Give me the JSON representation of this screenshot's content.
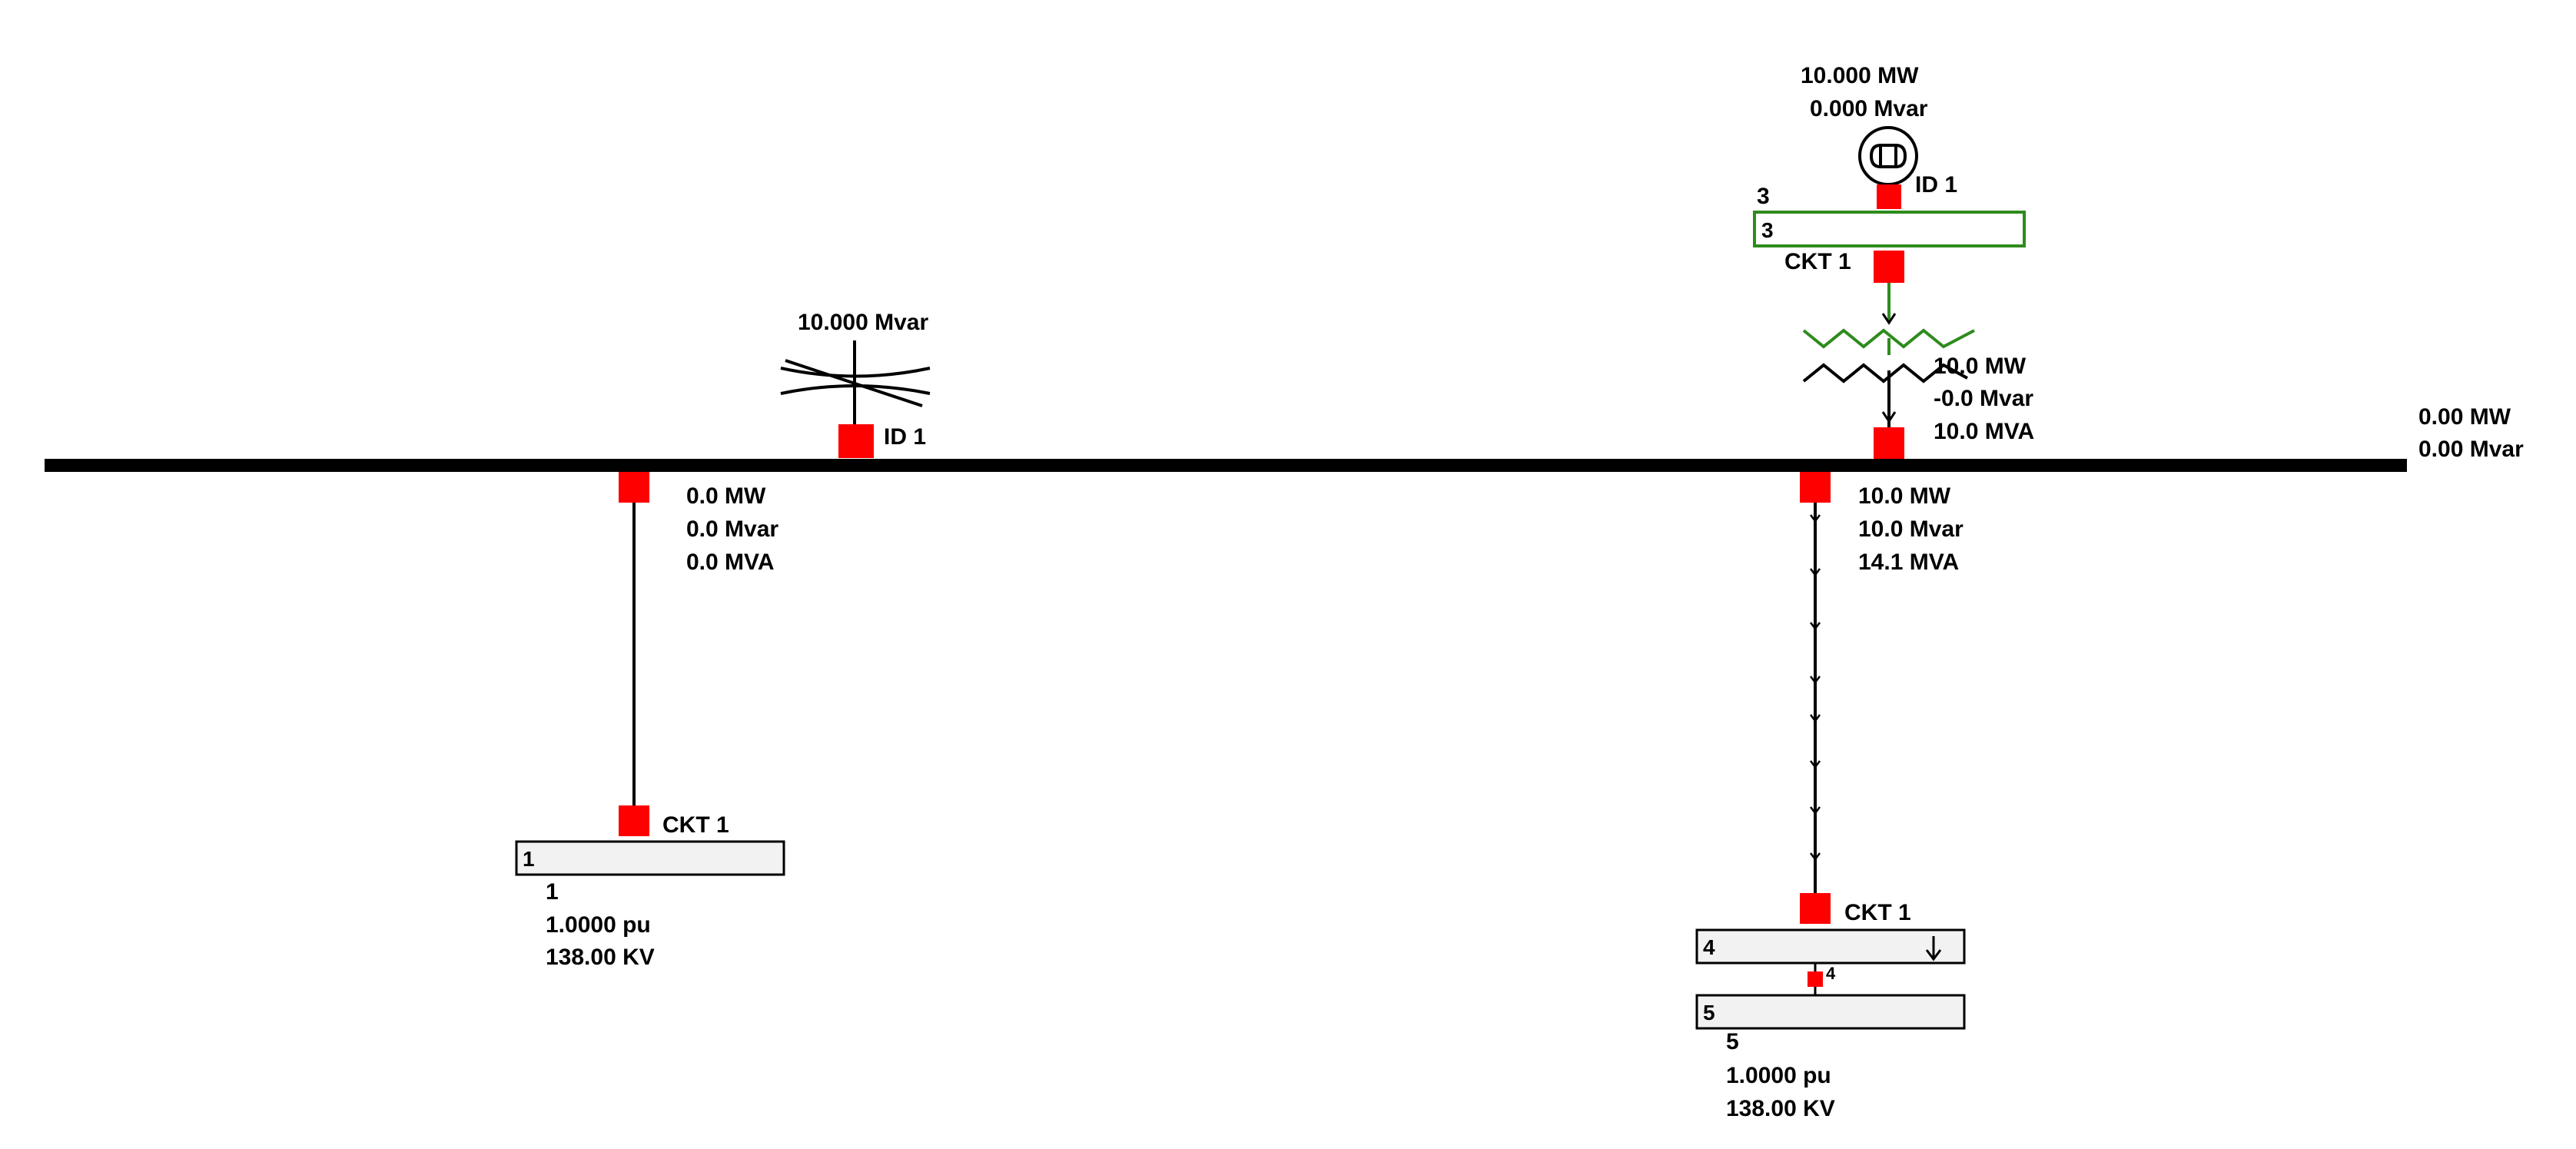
{
  "colors": {
    "background": "#ffffff",
    "line": "#000000",
    "breaker": "#ff0000",
    "generator_branch": "#2e8b1e",
    "bus_fill": "#f2f2f2",
    "bus_outline": "#000000"
  },
  "main_bus": {
    "mw": "0.00 MW",
    "mvar": "0.00 Mvar"
  },
  "shunt": {
    "icon": "shunt-capacitor-icon",
    "mvar": "10.000 Mvar",
    "id": "ID 1"
  },
  "branch_to_bus1": {
    "mw": "0.0 MW",
    "mvar": "0.0 Mvar",
    "mva": "0.0 MVA",
    "ckt": "CKT  1"
  },
  "bus1": {
    "box_label": "1",
    "name": "1",
    "voltage_pu": "1.0000 pu",
    "voltage_kv": "138.00 KV"
  },
  "generator": {
    "icon": "generator-icon",
    "mw": "10.000 MW",
    "mvar": "0.000 Mvar",
    "id": "ID 1"
  },
  "bus3": {
    "name": "3",
    "box_label": "3",
    "ckt": "CKT  1"
  },
  "transformer": {
    "icon": "transformer-icon",
    "mw": "10.0 MW",
    "mvar": "-0.0 Mvar",
    "mva": "10.0 MVA"
  },
  "branch_to_bus4": {
    "mw": "10.0 MW",
    "mvar": "10.0 Mvar",
    "mva": "14.1 MVA",
    "ckt": "CKT  1"
  },
  "bus4": {
    "box_label": "4",
    "load_icon": "load-arrow-icon",
    "switch_label": "4"
  },
  "bus5": {
    "box_label": "5",
    "name": "5",
    "voltage_pu": "1.0000 pu",
    "voltage_kv": "138.00 KV"
  }
}
